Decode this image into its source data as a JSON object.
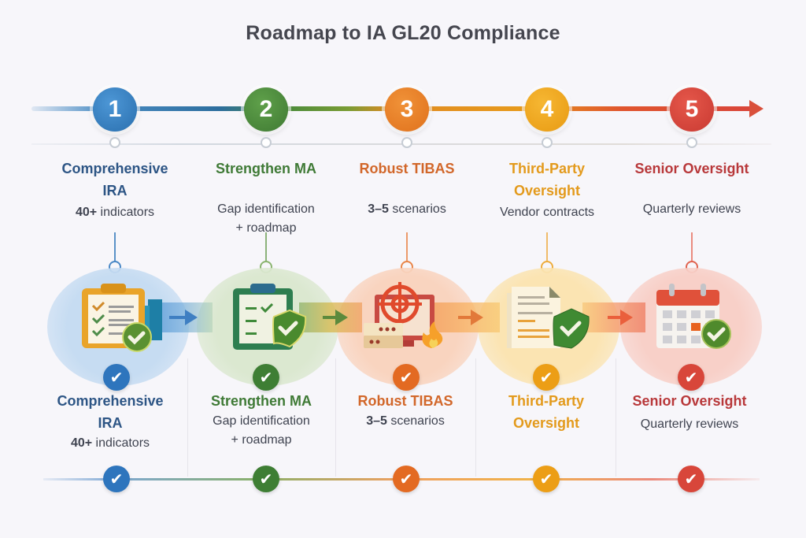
{
  "title": "Roadmap to IA GL20 Compliance",
  "steps": [
    {
      "number": "1",
      "title_line1": "Comprehensive",
      "title_line2": "IRA",
      "sub_bold": "40+",
      "sub_rest": " indicators",
      "sub_line2": "",
      "icon": "clipboard-checklist-icon",
      "color": "#2f7bbf",
      "light": "#c9def3"
    },
    {
      "number": "2",
      "title_line1": "Strengthen MA",
      "title_line2": "",
      "sub_bold": "",
      "sub_rest": "Gap identification",
      "sub_line2": "+ roadmap",
      "icon": "clipboard-shield-icon",
      "color": "#4a8a3a",
      "light": "#dbe8d2"
    },
    {
      "number": "3",
      "title_line1": "Robust TIBAS",
      "title_line2": "",
      "sub_bold": "3–5",
      "sub_rest": " scenarios",
      "sub_line2": "",
      "icon": "target-monitor-fire-icon",
      "color": "#e5701f",
      "light": "#f8d8c4"
    },
    {
      "number": "4",
      "title_line1": "Third-Party",
      "title_line2": "Oversight",
      "sub_bold": "",
      "sub_rest": "Vendor contracts",
      "sub_line2": "",
      "icon": "document-shield-icon",
      "color": "#eca21a",
      "light": "#fbe6b8"
    },
    {
      "number": "5",
      "title_line1": "Senior Oversight",
      "title_line2": "",
      "sub_bold": "",
      "sub_rest": "Quarterly reviews",
      "sub_line2": "",
      "icon": "calendar-check-icon",
      "color": "#d9453a",
      "light": "#f8d2cc"
    }
  ],
  "title_colors": [
    "#2d5585",
    "#3f7a36",
    "#d2672a",
    "#e39a1c",
    "#b8383a"
  ],
  "check_glyph": "✔"
}
